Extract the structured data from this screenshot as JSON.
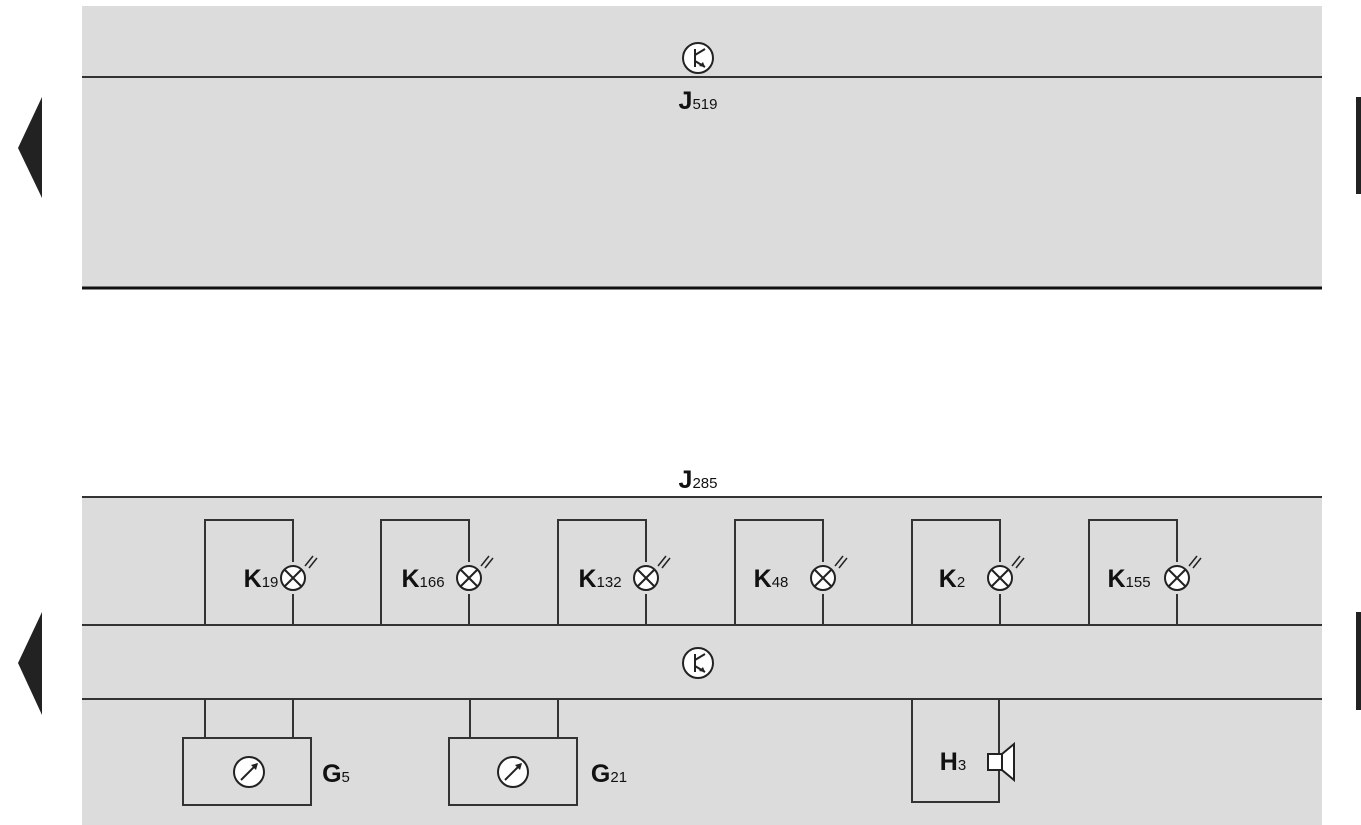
{
  "colors": {
    "panel_fill": "#dcdcdc",
    "line": "#333333",
    "background": "#ffffff"
  },
  "top_unit": {
    "label": {
      "main": "J",
      "sub": "519"
    },
    "icon": "transistor-symbol-icon"
  },
  "bottom_unit": {
    "label": {
      "main": "J",
      "sub": "285"
    },
    "icon": "transistor-symbol-icon",
    "lamps": [
      {
        "main": "K",
        "sub": "19",
        "icon": "warning-lamp-icon"
      },
      {
        "main": "K",
        "sub": "166",
        "icon": "warning-lamp-icon"
      },
      {
        "main": "K",
        "sub": "132",
        "icon": "warning-lamp-icon"
      },
      {
        "main": "K",
        "sub": "48",
        "icon": "warning-lamp-icon"
      },
      {
        "main": "K",
        "sub": "2",
        "icon": "warning-lamp-icon"
      },
      {
        "main": "K",
        "sub": "155",
        "icon": "warning-lamp-icon"
      }
    ],
    "gauges": [
      {
        "main": "G",
        "sub": "5",
        "icon": "gauge-icon"
      },
      {
        "main": "G",
        "sub": "21",
        "icon": "gauge-icon"
      }
    ],
    "buzzer": {
      "main": "H",
      "sub": "3",
      "icon": "speaker-icon"
    }
  }
}
